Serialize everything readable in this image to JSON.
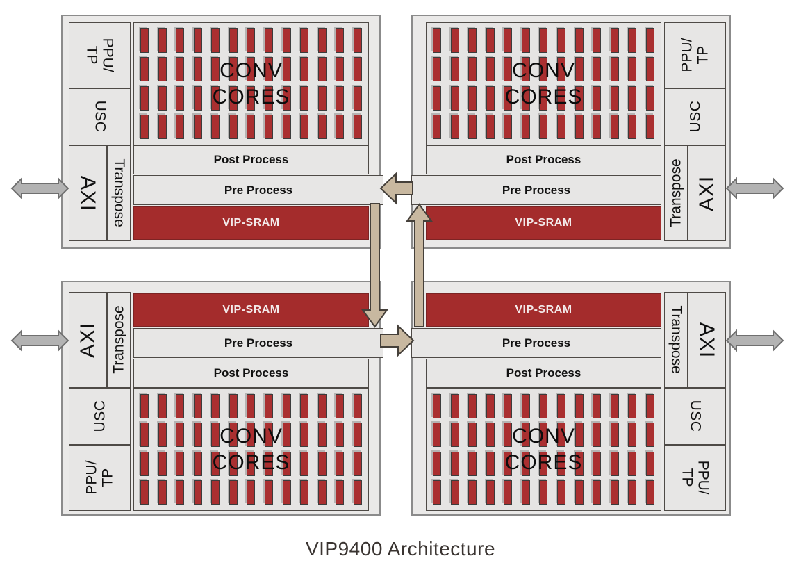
{
  "title": "VIP9400 Architecture",
  "blocks": {
    "ppu_tp": "PPU/\nTP",
    "usc": "USC",
    "axi": "AXI",
    "transpose": "Transpose",
    "conv_cores": "CONV\nCORES",
    "post_process": "Post Process",
    "pre_process": "Pre Process",
    "vip_sram": "VIP-SRAM"
  },
  "conv_grid": {
    "rows": 4,
    "columns": 13
  },
  "quadrants": [
    {
      "id": "top-left"
    },
    {
      "id": "top-right"
    },
    {
      "id": "bottom-left"
    },
    {
      "id": "bottom-right"
    }
  ],
  "colors": {
    "vip_sram_red": "#a42c2c",
    "conv_bar_red": "#aa2f30",
    "block_gray": "#e7e6e5",
    "quadrant_gray": "#eae9e8",
    "flow_arrow_tan": "#c8b8a0",
    "axi_arrow_gray": "#b3b3b3"
  }
}
